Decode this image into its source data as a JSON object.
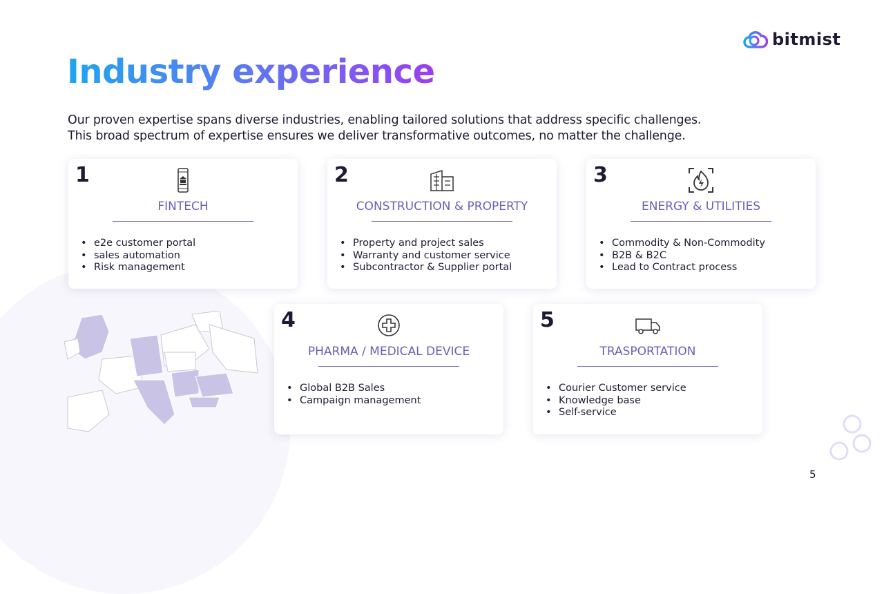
{
  "brand": {
    "name": "bitmist"
  },
  "title": "Industry experience",
  "intro": [
    "Our proven expertise spans diverse industries, enabling tailored solutions that address specific challenges.",
    "This broad spectrum of expertise ensures we deliver transformative outcomes, no matter the challenge."
  ],
  "cards": [
    {
      "num": "1",
      "icon": "mobile-bank-icon",
      "category": "FINTECH",
      "items": [
        "e2e customer portal",
        "sales automation",
        "Risk management"
      ]
    },
    {
      "num": "2",
      "icon": "building-icon",
      "category": "CONSTRUCTION & PROPERTY",
      "items": [
        "Property and project sales",
        "Warranty and customer service",
        "Subcontractor & Supplier portal"
      ]
    },
    {
      "num": "3",
      "icon": "energy-bolt-icon",
      "category": "ENERGY & UTILITIES",
      "items": [
        "Commodity & Non-Commodity",
        "B2B & B2C",
        "Lead to Contract process"
      ]
    },
    {
      "num": "4",
      "icon": "medical-cross-icon",
      "category": "PHARMA / MEDICAL DEVICE",
      "items": [
        "Global B2B Sales",
        "Campaign management"
      ]
    },
    {
      "num": "5",
      "icon": "truck-icon",
      "category": "TRASPORTATION",
      "items": [
        "Courier Customer service",
        "Knowledge base",
        "Self-service"
      ]
    }
  ],
  "page_number": "5",
  "colors": {
    "accent": "#6b5fb5",
    "gradient_start": "#1fa5f0",
    "gradient_end": "#9b3ff0",
    "map_highlight": "#c9c3e6"
  }
}
